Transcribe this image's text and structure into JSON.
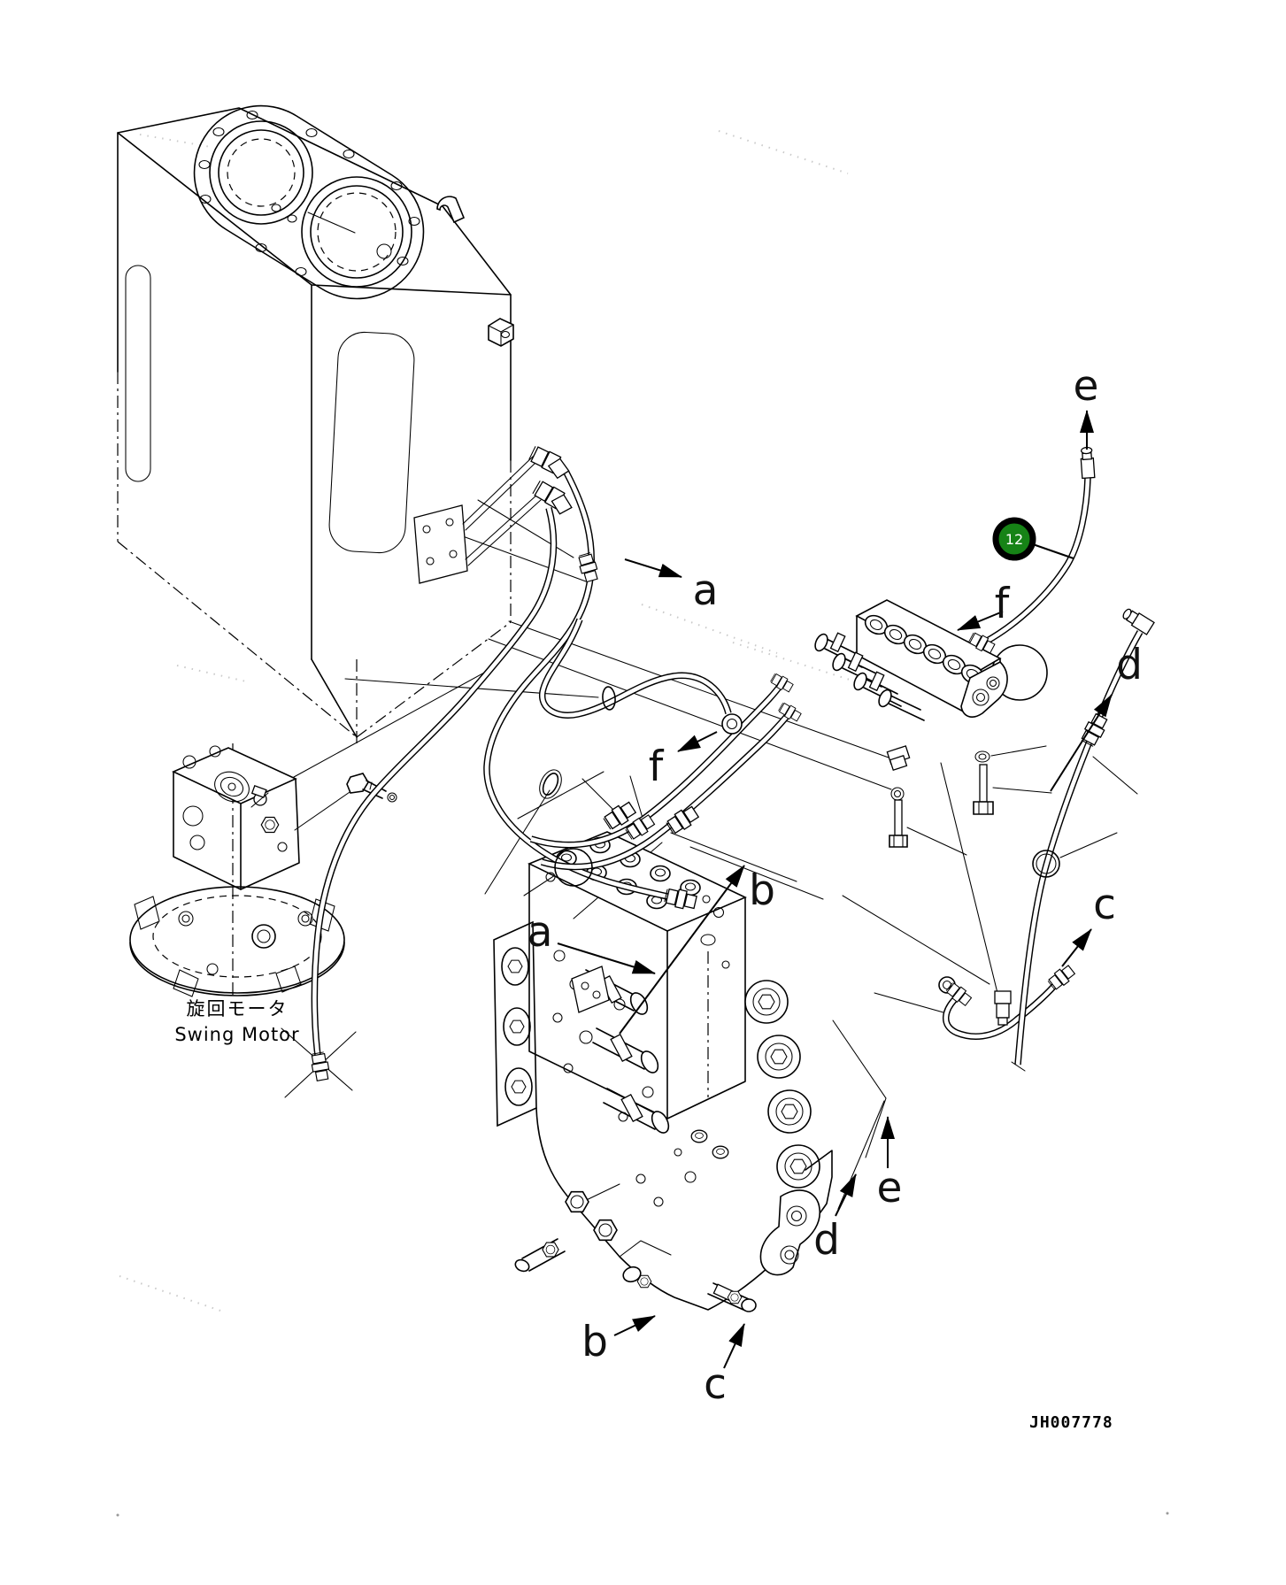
{
  "diagram": {
    "drawing_number": "JH007778",
    "balloon": {
      "number": "12",
      "fill": "#168316"
    },
    "labels": {
      "swing_motor_jp": "旋回モータ",
      "swing_motor_en": "Swing Motor"
    },
    "callouts": [
      {
        "id": "e-top",
        "letter": "e"
      },
      {
        "id": "f-manifold",
        "letter": "f"
      },
      {
        "id": "a-hose",
        "letter": "a"
      },
      {
        "id": "f-hose",
        "letter": "f"
      },
      {
        "id": "b-hose",
        "letter": "b"
      },
      {
        "id": "a-valve",
        "letter": "a"
      },
      {
        "id": "d-hose",
        "letter": "d"
      },
      {
        "id": "c-hose",
        "letter": "c"
      },
      {
        "id": "e-valve",
        "letter": "e"
      },
      {
        "id": "d-valve",
        "letter": "d"
      },
      {
        "id": "b-valve",
        "letter": "b"
      },
      {
        "id": "c-valve",
        "letter": "c"
      }
    ]
  }
}
